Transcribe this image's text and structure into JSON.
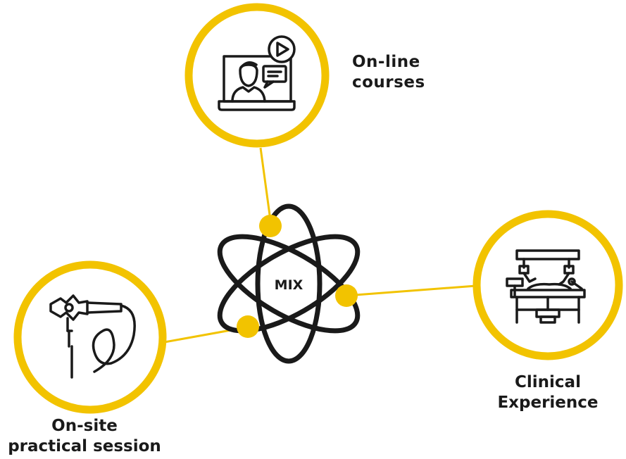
{
  "center": {
    "label": "MIX"
  },
  "nodes": {
    "online": {
      "line1": "On-line",
      "line2": "courses",
      "icon": "online-course-laptop-icon"
    },
    "clinical": {
      "line1": "Clinical",
      "line2": "Experience",
      "icon": "surgical-robot-icon"
    },
    "onsite": {
      "line1": "On-site",
      "line2": "practical session",
      "icon": "laparoscopic-instrument-icon"
    }
  },
  "colors": {
    "accent": "#F2C300",
    "ink": "#1a1a1a",
    "background": "#ffffff"
  }
}
